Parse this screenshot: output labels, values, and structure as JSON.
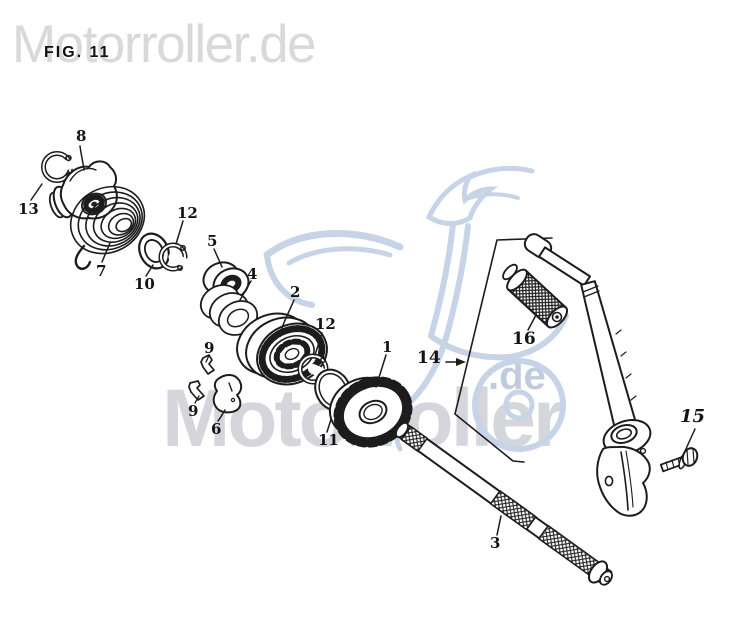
{
  "figure": {
    "title": "FIG. 11"
  },
  "watermarks": {
    "top": "Motorroller.de",
    "bottom": "Motorroller",
    "de": ".de"
  },
  "callouts": {
    "c1": "1",
    "c2": "2",
    "c3": "3",
    "c4": "4",
    "c5": "5",
    "c6": "6",
    "c7": "7",
    "c8": "8",
    "c9a": "9",
    "c9b": "9",
    "c10": "10",
    "c11": "11",
    "c12a": "12",
    "c12b": "12",
    "c13": "13",
    "c14": "14",
    "c15": "15",
    "c16": "16"
  },
  "colors": {
    "ink": "#1c1c1c",
    "watermark_top": "#d9d9d9",
    "watermark_bottom": "#d4d6db",
    "logo_blue": "#c7d4e8",
    "de_blue": "#c2cbdc"
  }
}
